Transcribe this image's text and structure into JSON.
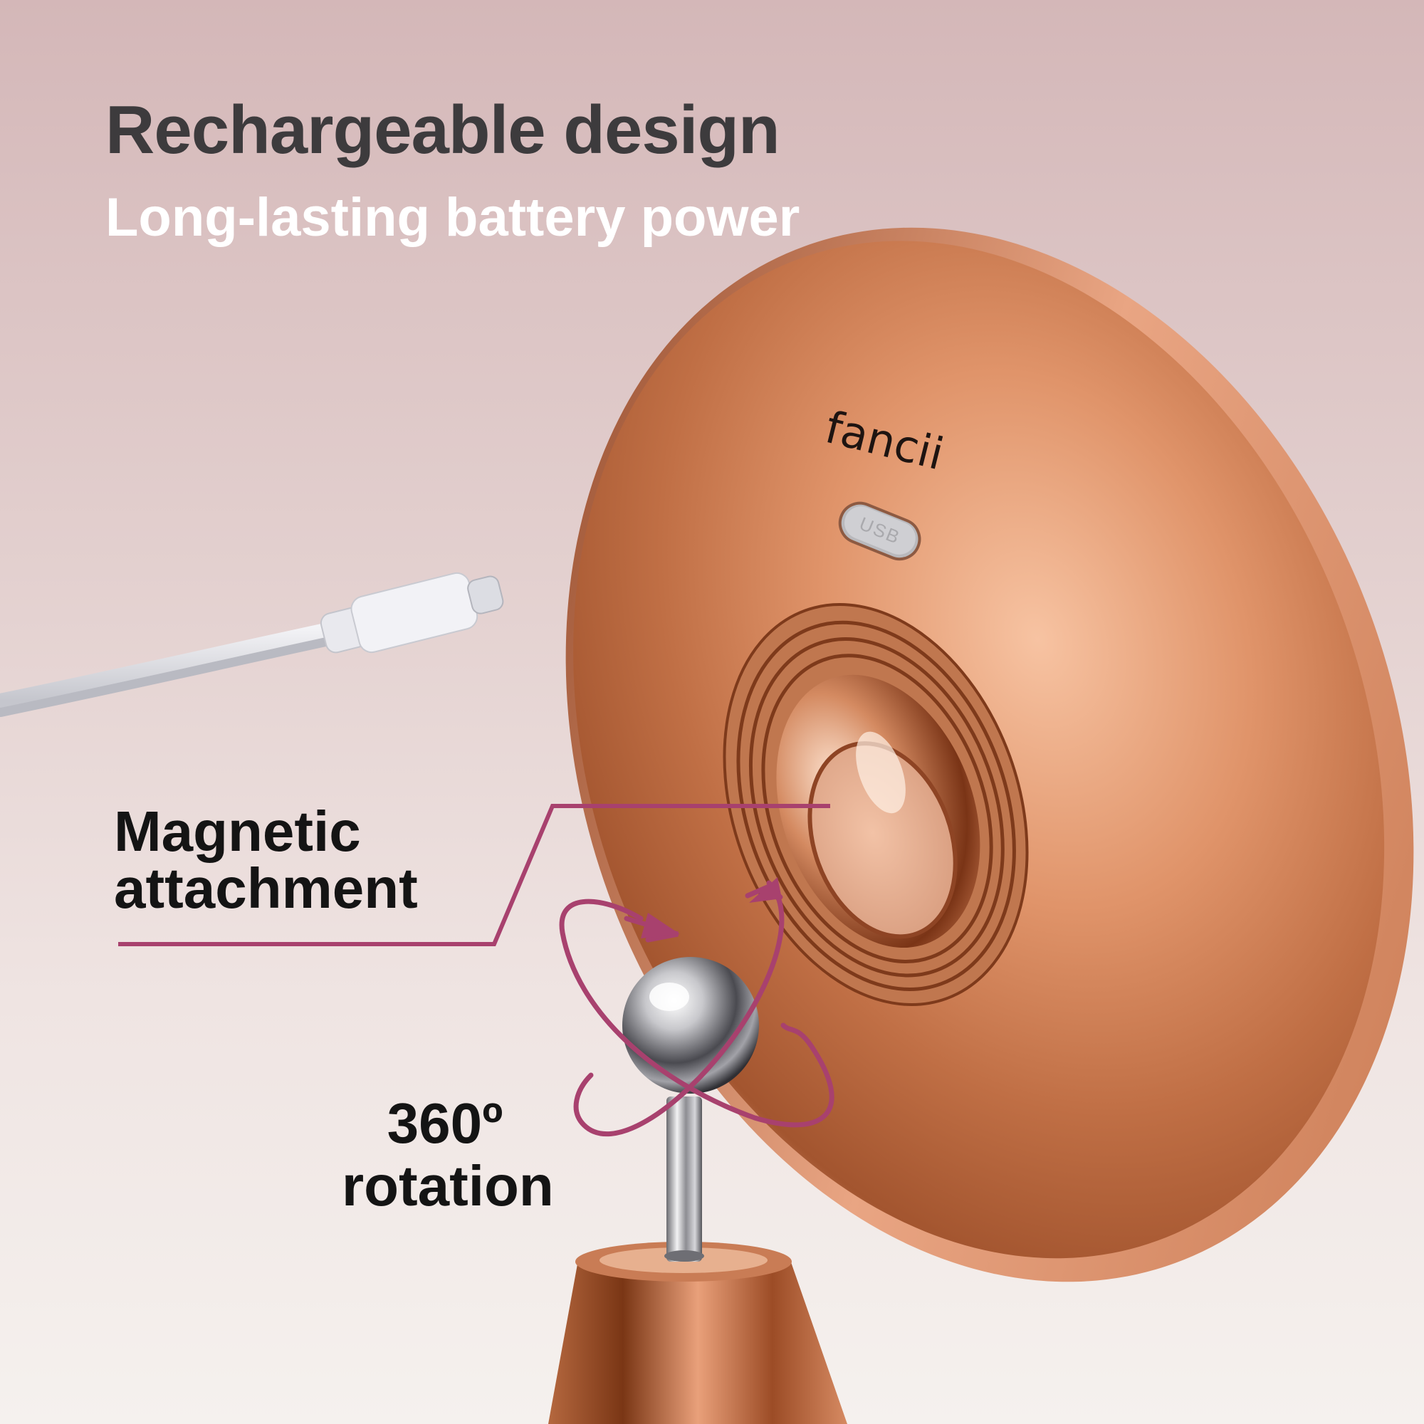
{
  "headline": "Rechargeable design",
  "subheadline": "Long-lasting battery power",
  "callouts": {
    "magnetic": [
      "Magnetic",
      "attachment"
    ],
    "rotation": [
      "360º",
      "rotation"
    ]
  },
  "product": {
    "brand": "fancii",
    "port_label": "USB"
  },
  "colors": {
    "accent": "#a8416e",
    "rose_gold": "#d98a5f",
    "headline": "#3d3b3d",
    "subheadline": "#ffffff"
  }
}
